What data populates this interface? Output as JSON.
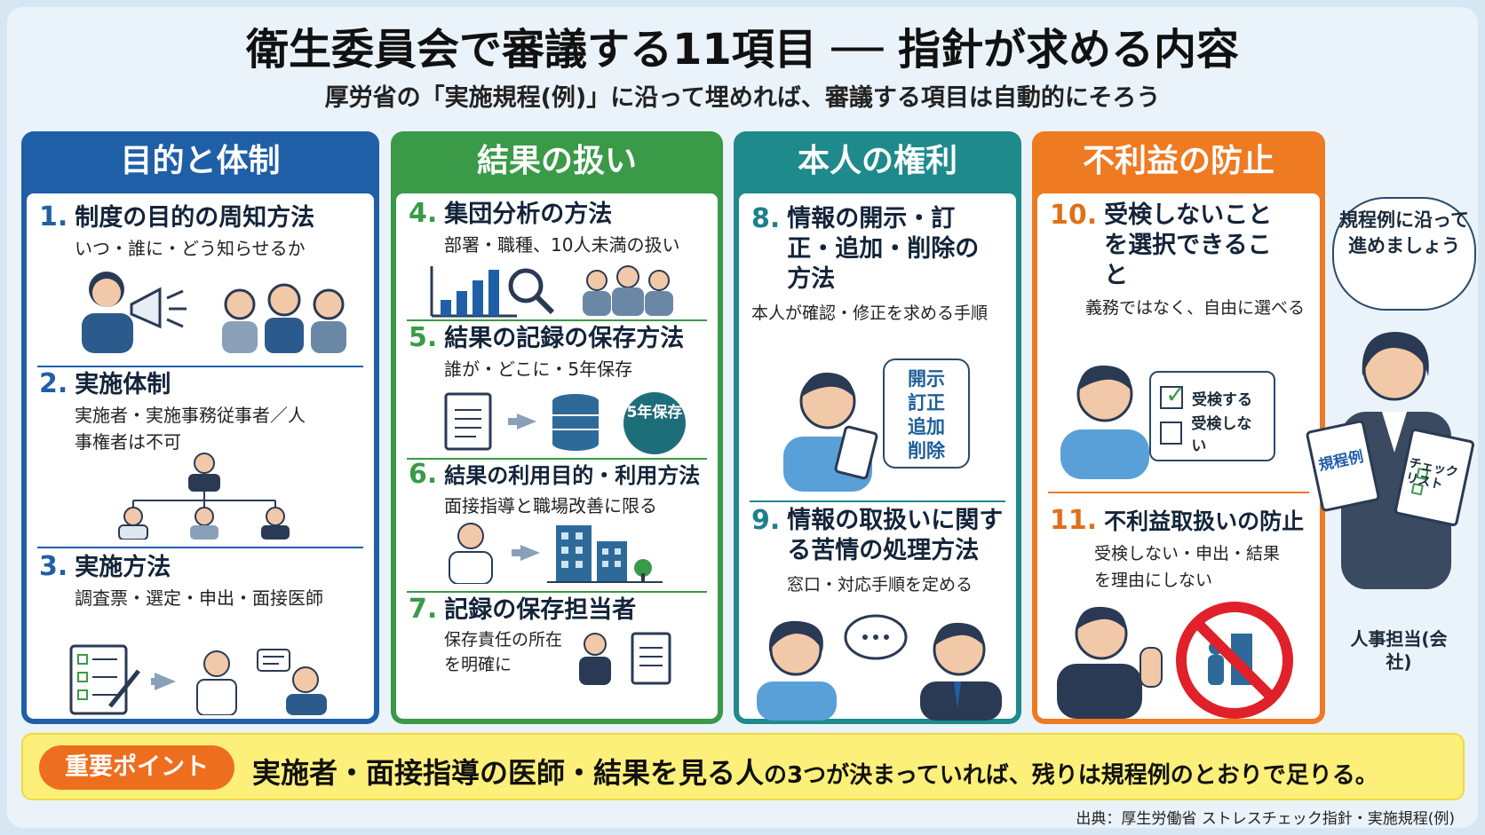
{
  "title": "衛生委員会で審議する11項目 ── 指針が求める内容",
  "subtitle": "厚労省の「実施規程(例)」に沿って埋めれば、審議する項目は自動的にそろう",
  "columns": [
    {
      "heading": "目的と体制",
      "items": [
        {
          "number": "1.",
          "title": "制度の目的の周知方法",
          "desc": "いつ・誰に・どう知らせるか"
        },
        {
          "number": "2.",
          "title": "実施体制",
          "desc": "実施者・実施事務従事者／人事権者は不可"
        },
        {
          "number": "3.",
          "title": "実施方法",
          "desc": "調査票・選定・申出・面接医師"
        }
      ]
    },
    {
      "heading": "結果の扱い",
      "items": [
        {
          "number": "4.",
          "title": "集団分析の方法",
          "desc": "部署・職種、10人未満の扱い"
        },
        {
          "number": "5.",
          "title": "結果の記録の保存方法",
          "desc": "誰が・どこに・5年保存"
        },
        {
          "number": "6.",
          "title": "結果の利用目的・利用方法",
          "desc": "面接指導と職場改善に限る"
        },
        {
          "number": "7.",
          "title": "記録の保存担当者",
          "desc": "保存責任の所在を明確に"
        }
      ],
      "storage_badge": "5年保存"
    },
    {
      "heading": "本人の権利",
      "items": [
        {
          "number": "8.",
          "title": "情報の開示・訂正・追加・削除の方法",
          "desc": "本人が確認・修正を求める手順"
        },
        {
          "number": "9.",
          "title": "情報の取扱いに関する苦情の処理方法",
          "desc": "窓口・対応手順を定める"
        }
      ],
      "rights_list": [
        "開示",
        "訂正",
        "追加",
        "削除"
      ]
    },
    {
      "heading": "不利益の防止",
      "items": [
        {
          "number": "10.",
          "title": "受検しないことを選択できること",
          "desc": "義務ではなく、自由に選べる"
        },
        {
          "number": "11.",
          "title": "不利益取扱いの防止",
          "desc": "受検しない・申出・結果を理由にしない"
        }
      ],
      "checkbox_options": [
        "受検する",
        "受検しない"
      ]
    }
  ],
  "aside": {
    "speech": "規程例に沿って進めましょう",
    "doc_label": "規程例",
    "checklist_label": "チェックリスト",
    "person_label": "人事担当(会社)"
  },
  "key_point": {
    "badge": "重要ポイント",
    "emphasis": "実施者・面接指導の医師・結果を見る人",
    "rest": "の3つが決まっていれば、残りは規程例のとおりで足りる。"
  },
  "source": "出典：厚生労働省 ストレスチェック指針・実施規程(例)",
  "colors": {
    "col1": "#1f5fa8",
    "col2": "#3a9a48",
    "col3": "#1e8a8c",
    "col4": "#ee7a22",
    "badge": "#ee6e1f",
    "bottom_band": "#fdf07a"
  }
}
